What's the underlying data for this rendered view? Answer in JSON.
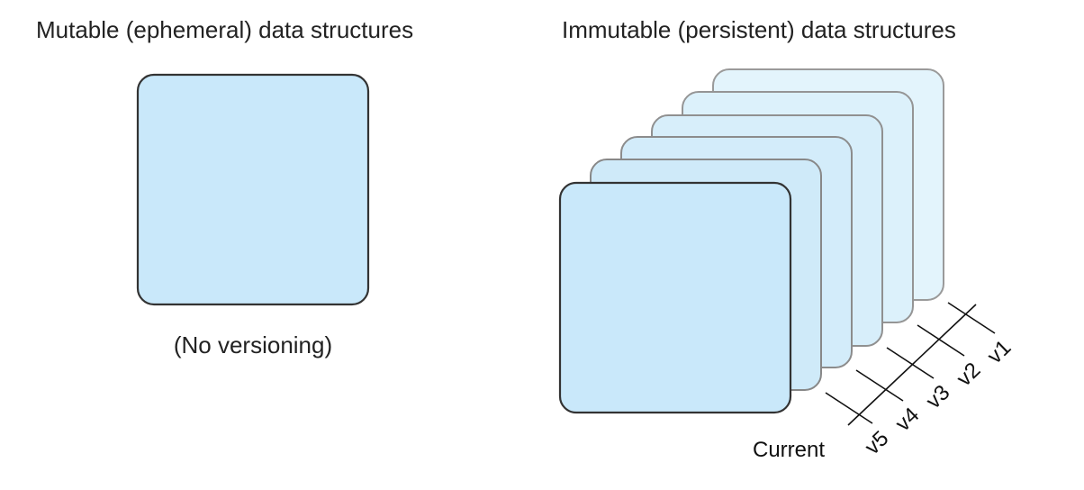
{
  "colors": {
    "box_fill": "#c9e8fa",
    "box_stroke": "#333333",
    "layer_fill_light": "#ddf1fb",
    "layer_stroke": "#8a8a8a",
    "axis_stroke": "#111111"
  },
  "left_panel": {
    "title": "Mutable (ephemeral) data structures",
    "caption": "(No versioning)"
  },
  "right_panel": {
    "title": "Immutable (persistent) data structures",
    "versions": [
      "v1",
      "v2",
      "v3",
      "v4",
      "v5"
    ],
    "current_label": "Current"
  }
}
